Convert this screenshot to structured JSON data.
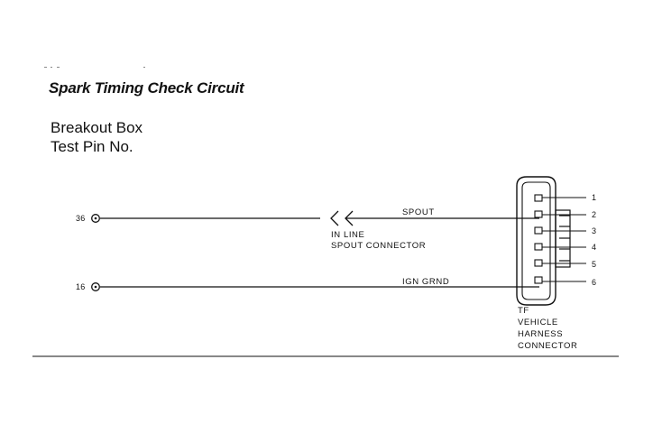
{
  "title": "Spark Timing Check Circuit",
  "subtitle": {
    "line1": "Breakout Box",
    "line2": "Test Pin No."
  },
  "pins": {
    "pin_a": "36",
    "pin_b": "16"
  },
  "wires": {
    "spout": "SPOUT",
    "ign_grnd": "IGN  GRND"
  },
  "inline_connector": {
    "line1": "IN LINE",
    "line2": "SPOUT CONNECTOR"
  },
  "harness_connector": {
    "line1": "TF",
    "line2": "VEHICLE",
    "line3": "HARNESS",
    "line4": "CONNECTOR"
  },
  "terminals": [
    "1",
    "2",
    "3",
    "4",
    "5",
    "6"
  ],
  "colors": {
    "ink": "#111111",
    "background": "#ffffff"
  }
}
